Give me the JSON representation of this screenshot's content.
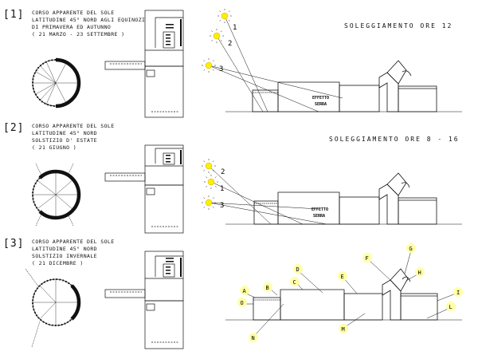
{
  "sections": [
    {
      "index": "[1]",
      "caption": [
        "CORSO APPARENTE DEL SOLE",
        "LATITUDINE 45° NORD AGLI EQUINOZI",
        "DI PRIMAVERA ED AUTUNNO",
        "( 21 MARZO - 23 SETTEMBRE )"
      ],
      "sun_numbers": [
        "1",
        "2",
        "3"
      ],
      "effect_label": [
        "EFFETTO",
        "SERRA"
      ]
    },
    {
      "index": "[2]",
      "caption": [
        "CORSO APPARENTE DEL SOLE",
        "LATITUDINE 45° NORD",
        "SOLSTIZIO D' ESTATE",
        "( 21 GIUGNO )"
      ],
      "sun_numbers": [
        "2",
        "1",
        "3"
      ],
      "effect_label": [
        "EFFETTO",
        "SERRA"
      ]
    },
    {
      "index": "[3]",
      "caption": [
        "CORSO APPARENTE DEL SOLE",
        "LATITUDINE 45° NORD",
        "SOLSTIZIO INVERNALE",
        "( 21 DICEMBRE )"
      ],
      "legend_letters": [
        "A",
        "B",
        "C",
        "D",
        "E",
        "F",
        "G",
        "H",
        "I",
        "L",
        "M",
        "N",
        "O"
      ]
    }
  ],
  "titles": {
    "noon": "SOLEGGIAMENTO ORE 12",
    "range": "SOLEGGIAMENTO ORE 8 - 16"
  },
  "colors": {
    "sun": "#ffee00",
    "tag": "#ffffa8",
    "ink": "#111111"
  }
}
